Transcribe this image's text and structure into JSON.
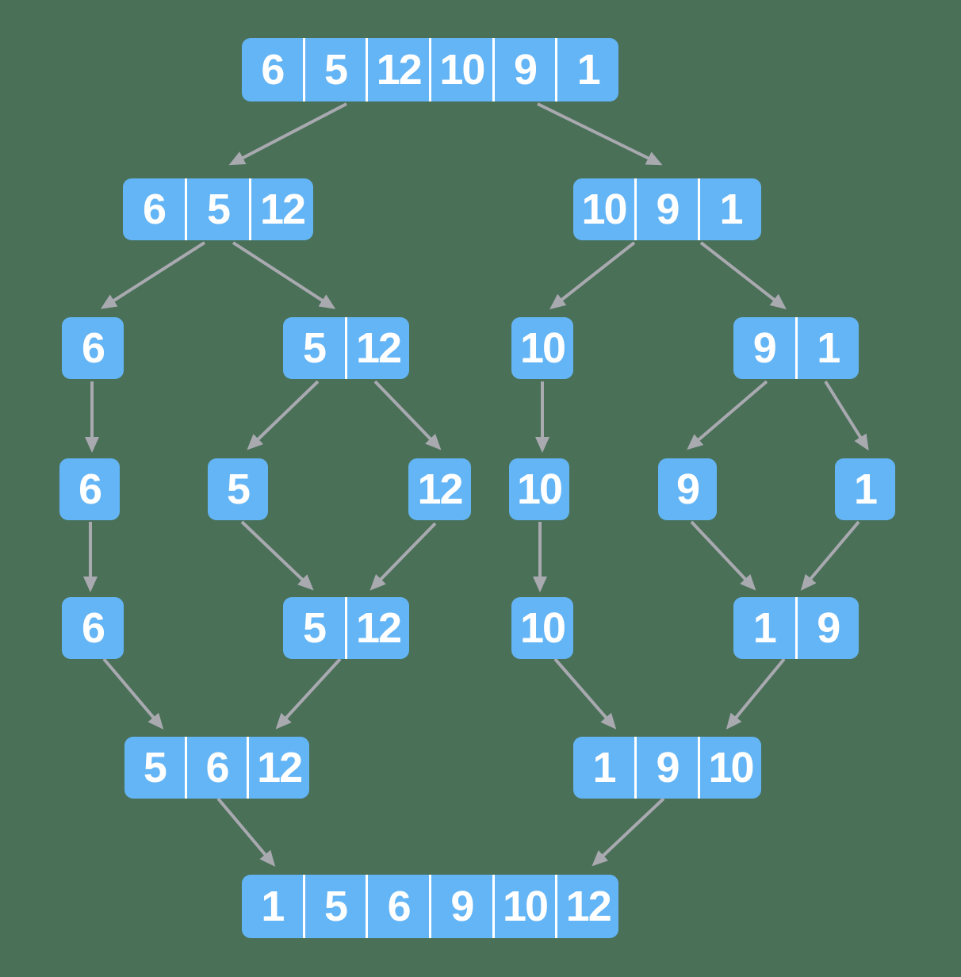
{
  "diagram_title": "merge-sort-visualization",
  "colors": {
    "background": "#4A7058",
    "node": "#64B5F6",
    "node_text": "#FFFFFF",
    "divider": "#FFFFFF",
    "arrow": "#A9A9B0"
  },
  "nodes": {
    "root": [
      "6",
      "5",
      "12",
      "10",
      "9",
      "1"
    ],
    "l2_left": [
      "6",
      "5",
      "12"
    ],
    "l2_right": [
      "10",
      "9",
      "1"
    ],
    "l3_6": [
      "6"
    ],
    "l3_5_12": [
      "5",
      "12"
    ],
    "l3_10": [
      "10"
    ],
    "l3_9_1": [
      "9",
      "1"
    ],
    "l4_6": [
      "6"
    ],
    "l4_5": [
      "5"
    ],
    "l4_12": [
      "12"
    ],
    "l4_10": [
      "10"
    ],
    "l4_9": [
      "9"
    ],
    "l4_1": [
      "1"
    ],
    "l5_6": [
      "6"
    ],
    "l5_5_12": [
      "5",
      "12"
    ],
    "l5_10": [
      "10"
    ],
    "l5_1_9": [
      "1",
      "9"
    ],
    "l6_left": [
      "5",
      "6",
      "12"
    ],
    "l6_right": [
      "1",
      "9",
      "10"
    ],
    "sorted": [
      "1",
      "5",
      "6",
      "9",
      "10",
      "12"
    ]
  }
}
